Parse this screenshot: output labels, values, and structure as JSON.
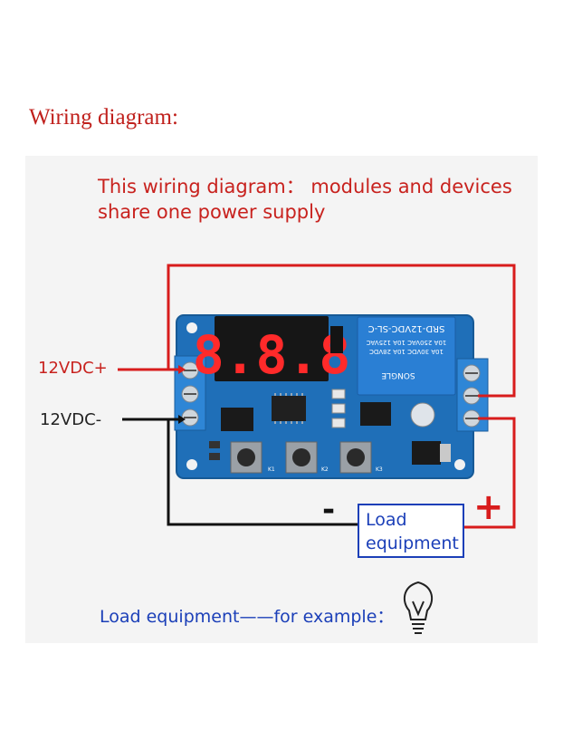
{
  "title": "Wiring diagram:",
  "caption": {
    "line1": "This wiring diagram： modules and devices",
    "line2": "share one power supply"
  },
  "labels": {
    "positive_input": "12VDC+",
    "negative_input": "12VDC-",
    "minus": "-",
    "plus": "+"
  },
  "load_box": {
    "line1": "Load",
    "line2": "equipment"
  },
  "example_text": "Load equipment——for example：",
  "module": {
    "display_digits": "8.8.8",
    "relay_text": [
      "SRD-12VDC-SL-C",
      "10A 250VAC  10A 125VAC",
      "10A 30VDC  10A 28VDC",
      "SONGLE"
    ],
    "button_labels": [
      "K1",
      "K2",
      "K3"
    ]
  },
  "colors": {
    "title_red": "#c0201c",
    "wire_red": "#d81c1c",
    "wire_black": "#111111",
    "box_blue": "#1b3fb8",
    "pcb_blue": "#1f6fb8",
    "relay_blue": "#2a7fd4",
    "display_red": "#ff2a2a"
  }
}
